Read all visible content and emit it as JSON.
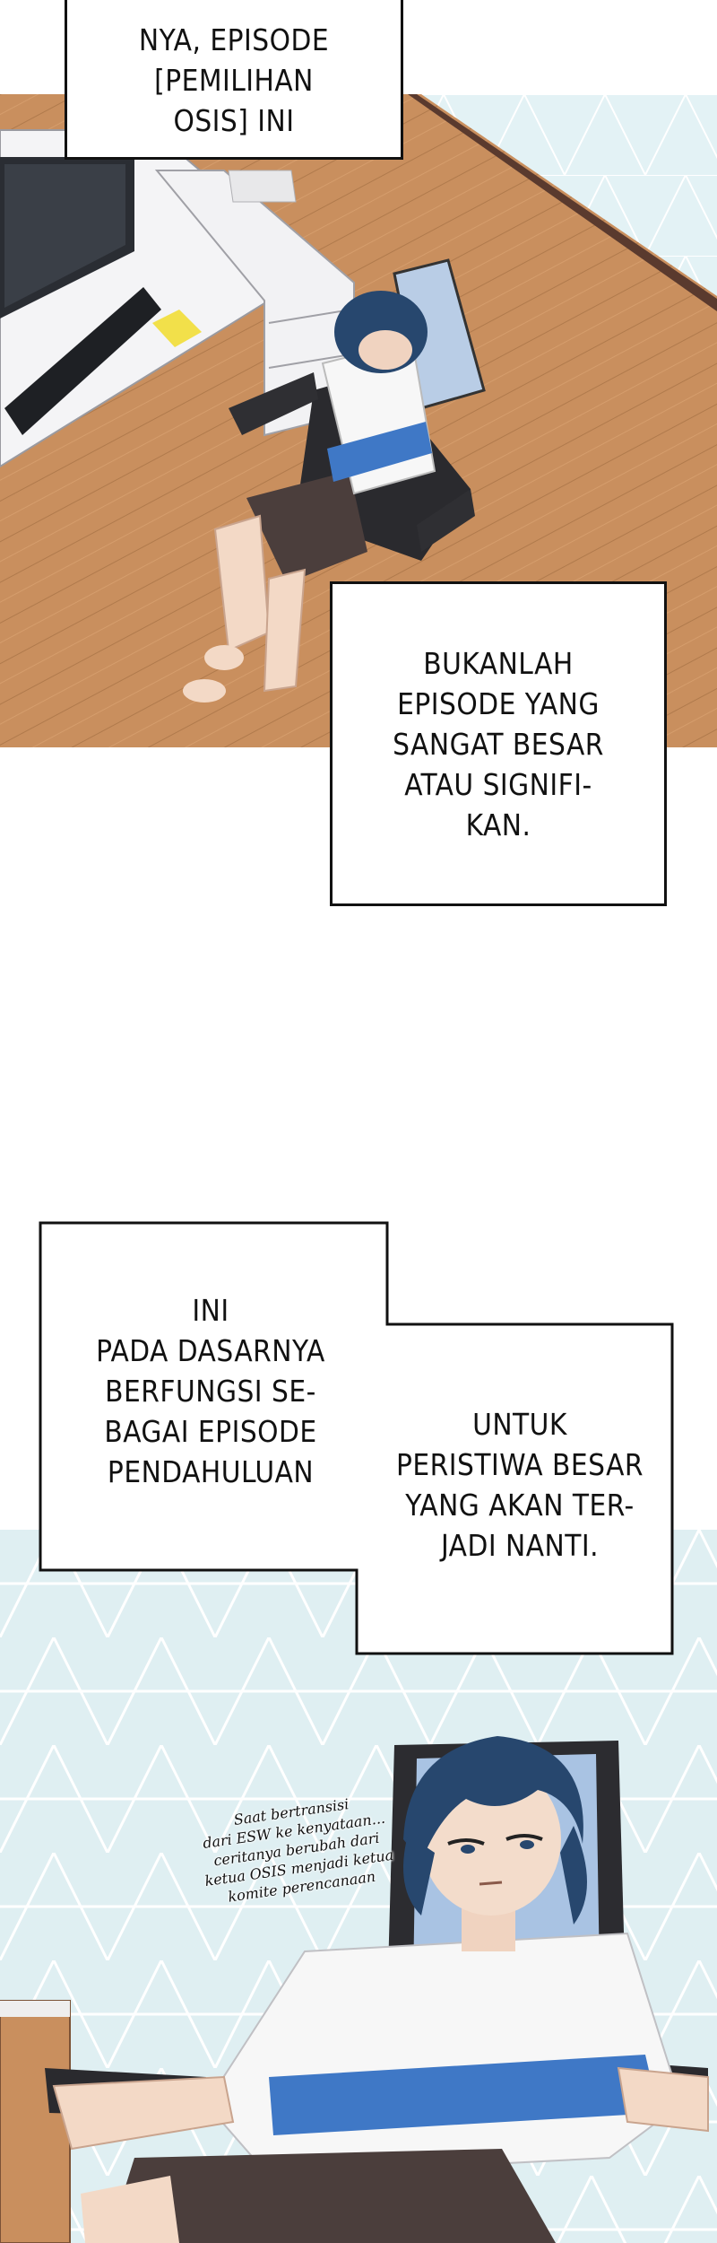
{
  "captions": {
    "top": [
      "NYA, EPISODE",
      "[PEMILIHAN",
      "OSIS] INI"
    ],
    "middle": [
      "BUKANLAH",
      "EPISODE YANG",
      "SANGAT BESAR",
      "ATAU SIGNIFI-",
      "KAN."
    ],
    "lower_left": [
      "INI",
      "PADA DASARNYA",
      "BERFUNGSI SE-",
      "BAGAI EPISODE",
      "PENDAHULUAN"
    ],
    "lower_right": [
      "UNTUK",
      "PERISTIWA BESAR",
      "YANG AKAN TER-",
      "JADI NANTI."
    ]
  },
  "handwritten_note": [
    "Saat bertransisi",
    "dari ESW ke kenyataan...",
    "ceritanya berubah dari",
    "ketua OSIS menjadi ketua",
    "komite perencanaan"
  ],
  "colors": {
    "floor": "#c98f5e",
    "wall": "#dff0f3",
    "hair": "#27476e",
    "chair_accent": "#aac4e4",
    "shirt_band": "#3f78c6",
    "shorts": "#4b3e3c"
  }
}
